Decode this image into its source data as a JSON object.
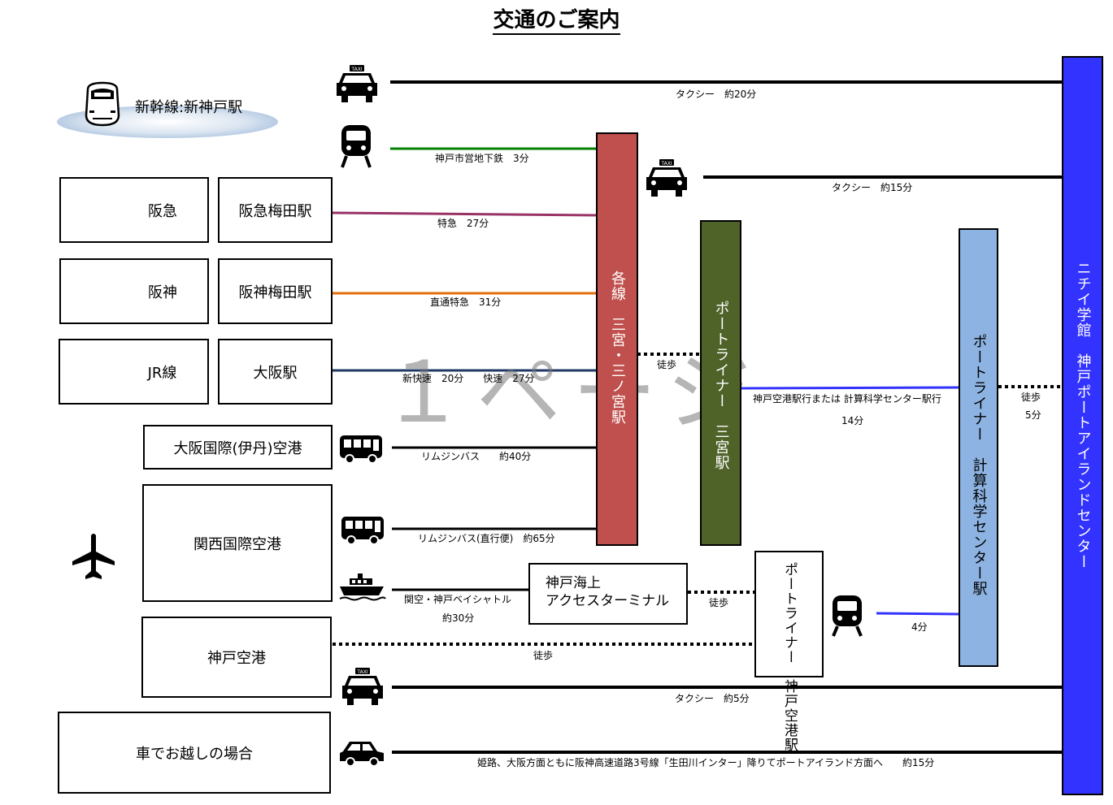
{
  "title": "交通のご案内",
  "watermark": "１ページ",
  "colors": {
    "sannomiya": "#c0504d",
    "portliner_sannomiya": "#4f6228",
    "keisan": "#8db3e2",
    "nichii": "#3333ff",
    "hankyu_line": "#993366",
    "hanshin_line": "#e36c09",
    "jr_line": "#1f3864",
    "subway_line": "#008000",
    "portliner_line": "#3333ff"
  },
  "origins": {
    "shinkansen": "新幹線:新神戸駅",
    "hankyu": "阪急",
    "hankyu_station": "阪急梅田駅",
    "hanshin": "阪神",
    "hanshin_station": "阪神梅田駅",
    "jr": "JR線",
    "jr_station": "大阪駅",
    "itami": "大阪国際(伊丹)空港",
    "kansai": "関西国際空港",
    "kobe_airport": "神戸空港",
    "car": "車でお越しの場合"
  },
  "stations": {
    "sannomiya": "各線　三宮・三ノ宮駅",
    "portliner_sannomiya": "ポートライナー　三宮駅",
    "portliner_airport": "ポートライナー　神戸空港駅",
    "portliner_keisan": "ポートライナー　計算科学センター駅",
    "nichii": "ニチイ学館　神戸ポートアイランドセンター",
    "ferry_terminal_1": "神戸海上",
    "ferry_terminal_2": "アクセスターミナル"
  },
  "routes": {
    "taxi_shinkobe": "タクシー　約20分",
    "subway": "神戸市営地下鉄　3分",
    "taxi_sannomiya": "タクシー　約15分",
    "hankyu": "特急　27分",
    "hanshin": "直通特急　31分",
    "jr": "新快速　20分　　快速　27分",
    "walk_sannomiya": "徒歩",
    "portliner_main": "神戸空港駅行または 計算科学センター駅行",
    "portliner_time": "14分",
    "walk_final": "徒歩",
    "walk_final_time": "5分",
    "limousine_itami": "リムジンバス　　約40分",
    "limousine_kansai": "リムジンバス(直行便)　約65分",
    "ferry": "関空・神戸ベイシャトル",
    "ferry_time": "約30分",
    "walk_ferry": "徒歩",
    "portliner_short": "4分",
    "walk_airport": "徒歩",
    "taxi_airport": "タクシー　約5分",
    "car_route": "姫路、大阪方面ともに阪神高速道路3号線「生田川インター」降りてポートアイランド方面へ　　約15分"
  },
  "icons": {
    "taxi": "taxi-icon",
    "train": "train-icon",
    "bus": "bus-icon",
    "ship": "ship-icon",
    "airplane": "airplane-icon",
    "car": "car-icon",
    "shinkansen": "shinkansen-icon"
  },
  "icon_text": {
    "taxi_sign": "TAXI"
  }
}
